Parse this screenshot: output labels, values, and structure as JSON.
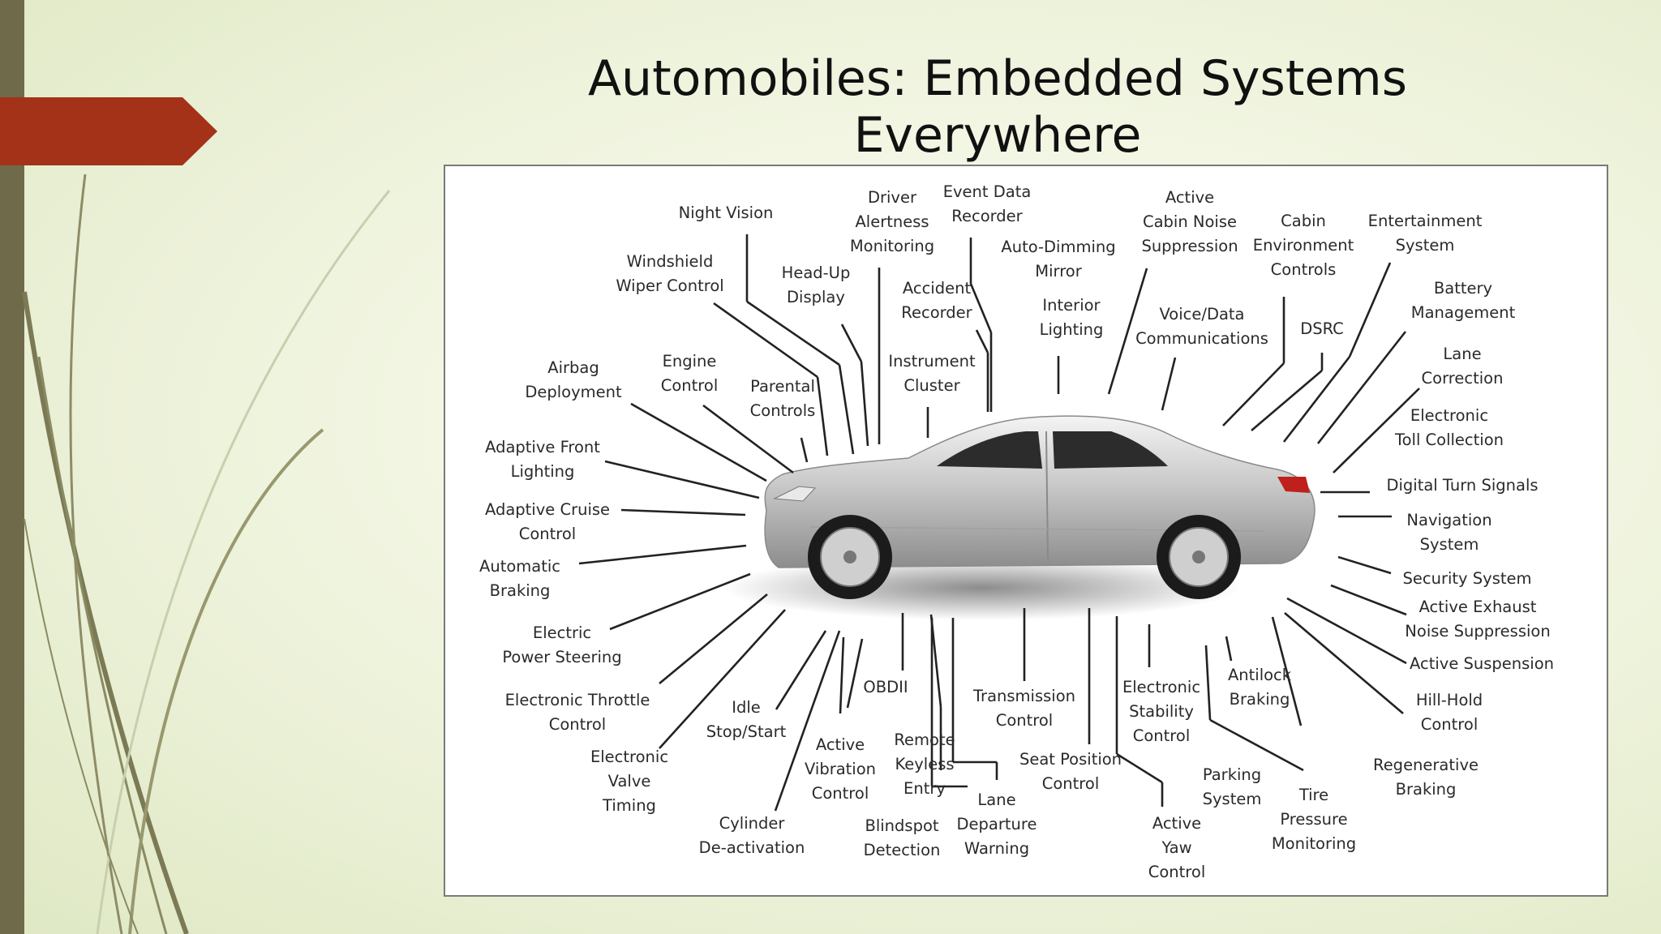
{
  "slide": {
    "title": "Automobiles: Embedded Systems Everywhere"
  },
  "colors": {
    "accent_red": "#a33218",
    "side_bar": "#6f6a4a",
    "vine": "#7b7a55",
    "leader_line": "#222222"
  },
  "diagram": {
    "subject": "car-side-view",
    "labels": [
      {
        "id": "night-vision",
        "text": "Night Vision"
      },
      {
        "id": "driver-alertness-monitoring",
        "text": "Driver\nAlertness\nMonitoring"
      },
      {
        "id": "event-data-recorder",
        "text": "Event Data\nRecorder"
      },
      {
        "id": "active-cabin-noise-suppression",
        "text": "Active\nCabin Noise\nSuppression"
      },
      {
        "id": "cabin-environment-controls",
        "text": "Cabin\nEnvironment\nControls"
      },
      {
        "id": "entertainment-system",
        "text": "Entertainment\nSystem"
      },
      {
        "id": "windshield-wiper-control",
        "text": "Windshield\nWiper Control"
      },
      {
        "id": "head-up-display",
        "text": "Head-Up\nDisplay"
      },
      {
        "id": "accident-recorder",
        "text": "Accident\nRecorder"
      },
      {
        "id": "auto-dimming-mirror",
        "text": "Auto-Dimming\nMirror"
      },
      {
        "id": "interior-lighting",
        "text": "Interior\nLighting"
      },
      {
        "id": "voice-data-communications",
        "text": "Voice/Data\nCommunications"
      },
      {
        "id": "dsrc",
        "text": "DSRC"
      },
      {
        "id": "battery-management",
        "text": "Battery\nManagement"
      },
      {
        "id": "lane-correction",
        "text": "Lane\nCorrection"
      },
      {
        "id": "airbag-deployment",
        "text": "Airbag\nDeployment"
      },
      {
        "id": "engine-control",
        "text": "Engine\nControl"
      },
      {
        "id": "parental-controls",
        "text": "Parental\nControls"
      },
      {
        "id": "instrument-cluster",
        "text": "Instrument\nCluster"
      },
      {
        "id": "electronic-toll-collection",
        "text": "Electronic\nToll Collection"
      },
      {
        "id": "adaptive-front-lighting",
        "text": "Adaptive Front\nLighting"
      },
      {
        "id": "digital-turn-signals",
        "text": "Digital Turn Signals"
      },
      {
        "id": "adaptive-cruise-control",
        "text": "Adaptive Cruise\nControl"
      },
      {
        "id": "navigation-system",
        "text": "Navigation\nSystem"
      },
      {
        "id": "automatic-braking",
        "text": "Automatic\nBraking"
      },
      {
        "id": "security-system",
        "text": "Security System"
      },
      {
        "id": "active-exhaust-noise-suppression",
        "text": "Active Exhaust\nNoise Suppression"
      },
      {
        "id": "electric-power-steering",
        "text": "Electric\nPower Steering"
      },
      {
        "id": "active-suspension",
        "text": "Active Suspension"
      },
      {
        "id": "obdii",
        "text": "OBDII"
      },
      {
        "id": "transmission-control",
        "text": "Transmission\nControl"
      },
      {
        "id": "electronic-stability-control",
        "text": "Electronic\nStability\nControl"
      },
      {
        "id": "antilock-braking",
        "text": "Antilock\nBraking"
      },
      {
        "id": "hill-hold-control",
        "text": "Hill-Hold\nControl"
      },
      {
        "id": "electronic-throttle-control",
        "text": "Electronic Throttle\nControl"
      },
      {
        "id": "idle-stop-start",
        "text": "Idle\nStop/Start"
      },
      {
        "id": "active-vibration-control",
        "text": "Active\nVibration\nControl"
      },
      {
        "id": "remote-keyless-entry",
        "text": "Remote\nKeyless\nEntry"
      },
      {
        "id": "seat-position-control",
        "text": "Seat Position\nControl"
      },
      {
        "id": "regenerative-braking",
        "text": "Regenerative\nBraking"
      },
      {
        "id": "electronic-valve-timing",
        "text": "Electronic\nValve\nTiming"
      },
      {
        "id": "lane-departure-warning",
        "text": "Lane\nDeparture\nWarning"
      },
      {
        "id": "parking-system",
        "text": "Parking\nSystem"
      },
      {
        "id": "tire-pressure-monitoring",
        "text": "Tire\nPressure\nMonitoring"
      },
      {
        "id": "cylinder-de-activation",
        "text": "Cylinder\nDe-activation"
      },
      {
        "id": "blindspot-detection",
        "text": "Blindspot\nDetection"
      },
      {
        "id": "active-yaw-control",
        "text": "Active\nYaw\nControl"
      }
    ]
  }
}
